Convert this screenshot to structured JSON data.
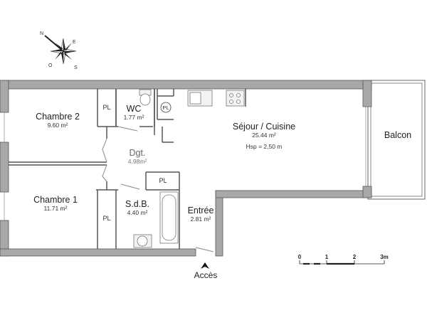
{
  "plan": {
    "compass": {
      "north": "N",
      "east": "E",
      "south": "S",
      "west": "O"
    },
    "rooms": [
      {
        "id": "chambre2",
        "name": "Chambre 2",
        "area": "9.60 m²"
      },
      {
        "id": "wc",
        "name": "WC",
        "area": "1.77 m²"
      },
      {
        "id": "sejour",
        "name": "Séjour / Cuisine",
        "area": "25.44 m²",
        "height": "Hsp =  2,50 m"
      },
      {
        "id": "balcon",
        "name": "Balcon"
      },
      {
        "id": "dgt",
        "name": "Dgt.",
        "area": "4.98m²"
      },
      {
        "id": "chambre1",
        "name": "Chambre 1",
        "area": "11.71 m²"
      },
      {
        "id": "sdb",
        "name": "S.d.B.",
        "area": "4.40 m²"
      },
      {
        "id": "entree",
        "name": "Entrée",
        "area": "2.81 m²"
      }
    ],
    "closets": [
      "PL",
      "PL",
      "PL",
      "PL",
      "PL"
    ],
    "access_label": "Accès",
    "scale": {
      "ticks": [
        "0",
        "1",
        "2",
        "3m"
      ]
    }
  },
  "colors": {
    "wall": "#a8a8a8",
    "wall_outline": "#555555",
    "background": "#ffffff"
  }
}
